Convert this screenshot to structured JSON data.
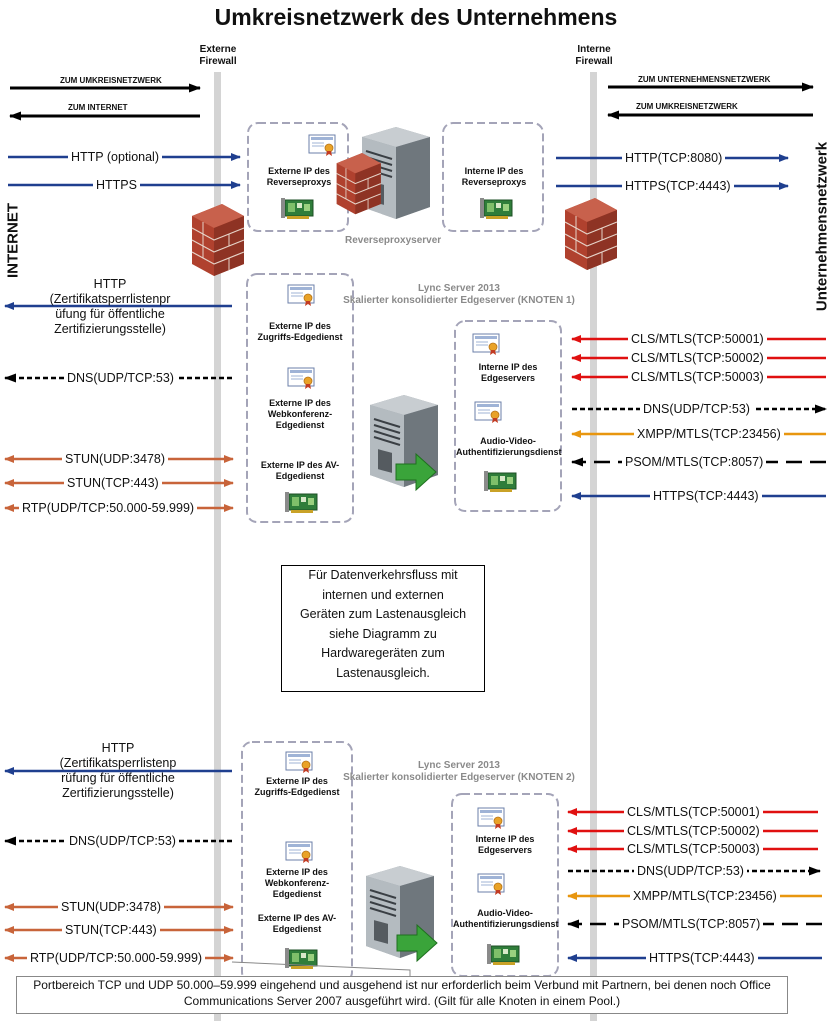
{
  "title": "Umkreisnetzwerk des Unternehmens",
  "left_zone_label": "INTERNET",
  "right_zone_label": "Unternehmensnetzwerk",
  "external_firewall_label": "Externe Firewall",
  "internal_firewall_label": "Interne Firewall",
  "left_top_arrows": [
    "ZUM UMKREISNETZWERK",
    "ZUM INTERNET"
  ],
  "right_top_arrows": [
    "ZUM UNTERNEHMENSNETZWERK",
    "ZUM UMKREISNETZWERK"
  ],
  "reverse_proxy": {
    "server_label": "Reverseproxyserver",
    "external_ip": "Externe IP des Reverseproxys",
    "internal_ip": "Interne IP des Reverseproxys",
    "left_flows": [
      "HTTP (optional)",
      "HTTPS"
    ],
    "right_flows": [
      "HTTP(TCP:8080)",
      "HTTPS(TCP:4443)"
    ]
  },
  "node1": {
    "header": "Lync Server 2013\nSkalierter konsolidierter Edgeserver (KNOTEN 1)",
    "ext_access": "Externe IP des Zugriffs-Edgedienst",
    "ext_webconf": "Externe IP des Webkonferenz-Edgedienst",
    "ext_av": "Externe IP des AV-Edgedienst",
    "int_ip": "Interne IP des Edgeservers",
    "av_auth": "Audio-Video-Authentifizierungsdienst",
    "left_flows": [
      "HTTP\n(Zertifikatsperrlistenpr\nüfung für öffentliche\nZertifizierungsstelle)",
      "DNS(UDP/TCP:53)",
      "STUN(UDP:3478)",
      "STUN(TCP:443)",
      "RTP(UDP/TCP:50.000-59.999)"
    ],
    "right_flows": [
      "CLS/MTLS(TCP:50001)",
      "CLS/MTLS(TCP:50002)",
      "CLS/MTLS(TCP:50003)",
      "DNS(UDP/TCP:53)",
      "XMPP/MTLS(TCP:23456)",
      "PSOM/MTLS(TCP:8057)",
      "HTTPS(TCP:4443)"
    ]
  },
  "note": "Für Datenverkehrsfluss mit\ninternen und externen\nGeräten zum Lastenausgleich\nsiehe Diagramm zu\nHardwaregeräten zum\nLastenausgleich.",
  "node2": {
    "header": "Lync Server 2013\nSkalierter konsolidierter Edgeserver (KNOTEN 2)",
    "ext_access": "Externe IP des Zugriffs-Edgedienst",
    "ext_webconf": "Externe IP des Webkonferenz-Edgedienst",
    "ext_av": "Externe IP des AV-Edgedienst",
    "int_ip": "Interne IP des Edgeservers",
    "av_auth": "Audio-Video-Authentifizierungsdienst",
    "left_flows": [
      "HTTP\n(Zertifikatsperrlistenp\nrüfung für öffentliche\nZertifizierungsstelle)",
      "DNS(UDP/TCP:53)",
      "STUN(UDP:3478)",
      "STUN(TCP:443)",
      "RTP(UDP/TCP:50.000-59.999)"
    ],
    "right_flows": [
      "CLS/MTLS(TCP:50001)",
      "CLS/MTLS(TCP:50002)",
      "CLS/MTLS(TCP:50003)",
      "DNS(UDP/TCP:53)",
      "XMPP/MTLS(TCP:23456)",
      "PSOM/MTLS(TCP:8057)",
      "HTTPS(TCP:4443)"
    ]
  },
  "footnote": "Portbereich TCP und UDP 50.000–59.999 eingehend und ausgehend ist nur erforderlich beim Verbund mit Partnern, bei denen noch Office Communications Server 2007 ausgeführt wird. (Gilt für alle Knoten in einem Pool.)",
  "colors": {
    "blue": "#1f3f8f",
    "red": "#e01010",
    "orange": "#e8960f",
    "brown": "#c8643a",
    "black": "#000000",
    "firewall_line": "#d4d4d4",
    "box_border": "#a4a4b8"
  }
}
